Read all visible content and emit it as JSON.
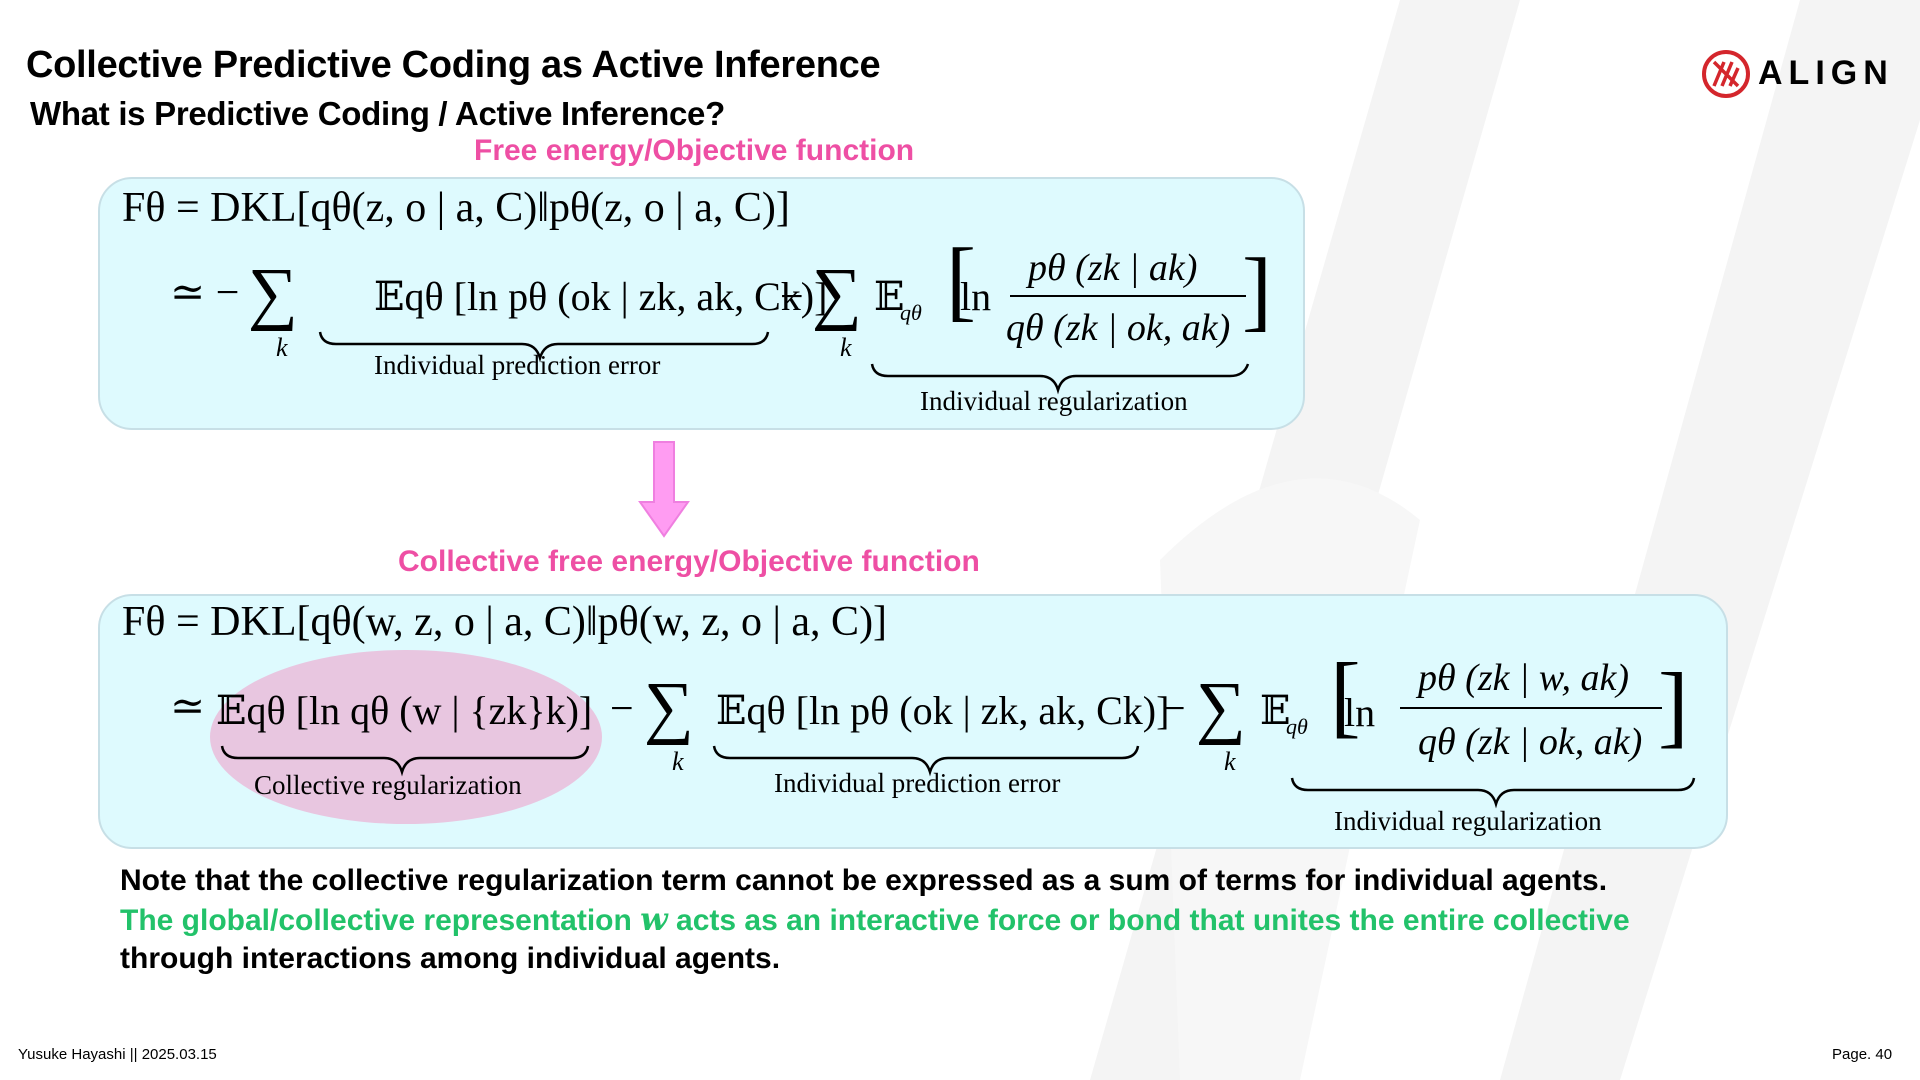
{
  "header": {
    "title": "Collective Predictive Coding as Active Inference",
    "subtitle": "What is Predictive Coding / Active Inference?",
    "logo_text": "ALIGN"
  },
  "section1": {
    "label": "Free energy/Objective function",
    "line1": "Fθ = DKL[qθ(z, o | a, C)‖pθ(z, o | a, C)]",
    "term_a": "𝔼qθ [ln pθ (ok | zk, ak, Ck)]",
    "term_a_label": "Individual prediction error",
    "term_b_label": "Individual regularization"
  },
  "section2": {
    "label": "Collective free energy/Objective function",
    "line1": "Fθ = DKL[qθ(w, z, o | a, C)‖pθ(w, z, o | a, C)]",
    "term_c": "𝔼qθ [ln qθ (w | {zk}k)]",
    "term_c_label": "Collective regularization",
    "term_a_label": "Individual prediction error",
    "term_b_label": "Individual regularization"
  },
  "note": {
    "line1": "Note that the collective regularization term cannot be expressed as a sum of terms for individual agents.",
    "line2_pre": "The global/collective representation ",
    "line2_symbol": "w",
    "line2_post": " acts as an interactive force or bond that unites the entire collective",
    "line3": "through interactions among individual agents."
  },
  "footer": {
    "author_date": "Yusuke Hayashi   ||   2025.03.15",
    "page": "Page. 40"
  },
  "colors": {
    "accent_pink": "#ee4fa4",
    "accent_green": "#22c26a",
    "box_fill": "#defafe",
    "arrow": "#ff9cf2",
    "logo_red": "#d4262c"
  }
}
